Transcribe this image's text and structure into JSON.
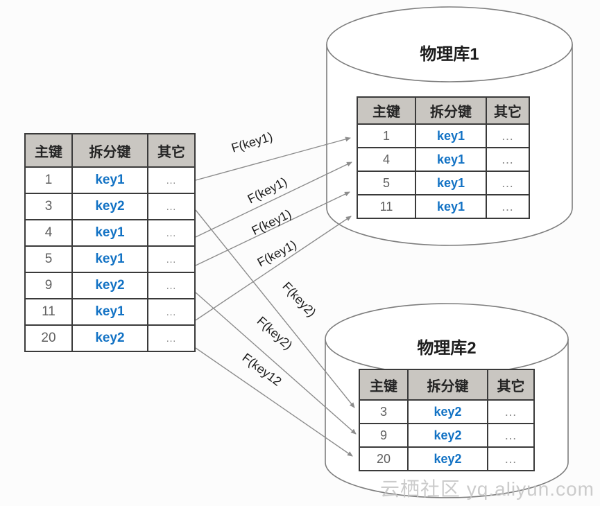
{
  "source_table": {
    "headers": [
      "主键",
      "拆分键",
      "其它"
    ],
    "rows": [
      [
        "1",
        "key1",
        "…"
      ],
      [
        "3",
        "key2",
        "…"
      ],
      [
        "4",
        "key1",
        "…"
      ],
      [
        "5",
        "key1",
        "…"
      ],
      [
        "9",
        "key2",
        "…"
      ],
      [
        "11",
        "key1",
        "…"
      ],
      [
        "20",
        "key2",
        "…"
      ]
    ]
  },
  "db1": {
    "title": "物理库1",
    "table": {
      "headers": [
        "主键",
        "拆分键",
        "其它"
      ],
      "rows": [
        [
          "1",
          "key1",
          "…"
        ],
        [
          "4",
          "key1",
          "…"
        ],
        [
          "5",
          "key1",
          "…"
        ],
        [
          "11",
          "key1",
          "…"
        ]
      ]
    }
  },
  "db2": {
    "title": "物理库2",
    "table": {
      "headers": [
        "主键",
        "拆分键",
        "其它"
      ],
      "rows": [
        [
          "3",
          "key2",
          "…"
        ],
        [
          "9",
          "key2",
          "…"
        ],
        [
          "20",
          "key2",
          "…"
        ]
      ]
    }
  },
  "arrow_labels": [
    "F(key1)",
    "F(key1)",
    "F(key1)",
    "F(key1)",
    "F(key2)",
    "F(key2)",
    "F(key12"
  ],
  "watermark": "云栖社区 yq.aliyun.com",
  "colors": {
    "key_text": "#1272c4",
    "header_bg": "#c9c6c1",
    "table_border": "#3a3a3a",
    "arrow": "#8c8c8c",
    "cylinder_stroke": "#7d7d7d",
    "watermark": "#c3c3c3"
  }
}
